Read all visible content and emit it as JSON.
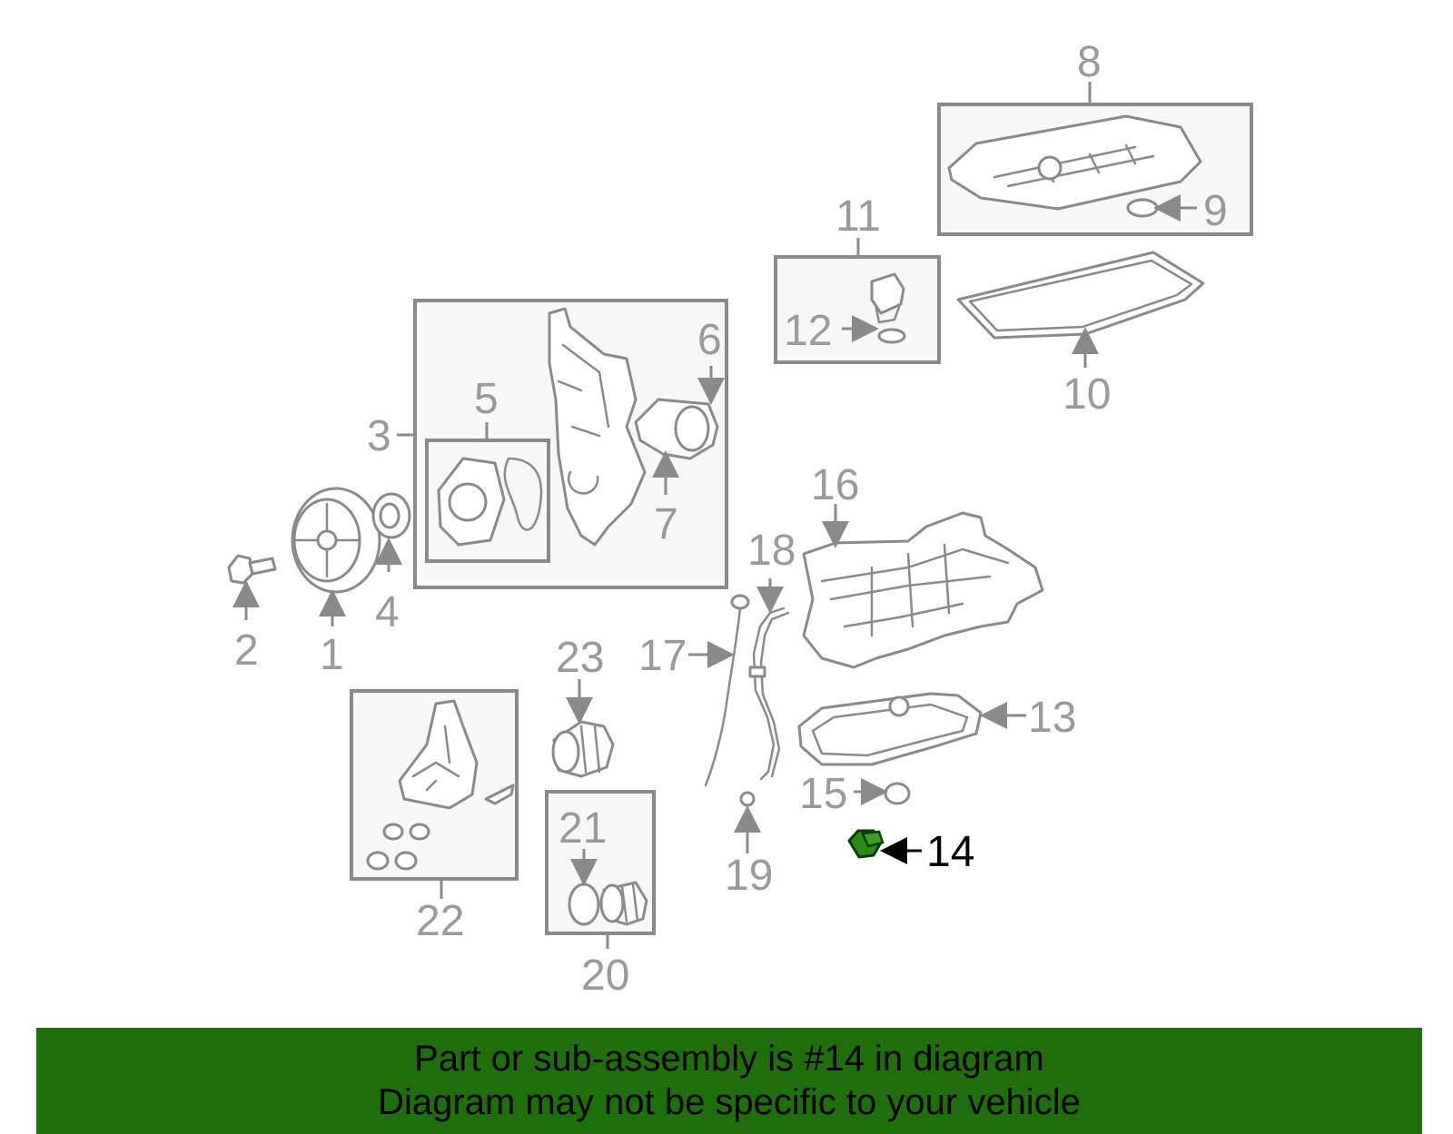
{
  "diagram": {
    "labels": {
      "p1": "1",
      "p2": "2",
      "p3": "3",
      "p4": "4",
      "p5": "5",
      "p6": "6",
      "p7": "7",
      "p8": "8",
      "p9": "9",
      "p10": "10",
      "p11": "11",
      "p12": "12",
      "p13": "13",
      "p14": "14",
      "p15": "15",
      "p16": "16",
      "p17": "17",
      "p18": "18",
      "p19": "19",
      "p20": "20",
      "p21": "21",
      "p22": "22",
      "p23": "23"
    },
    "highlighted_part": "14",
    "highlight_color": "#2a8a14",
    "line_color": "#8a8a8a"
  },
  "banner": {
    "line1": "Part or sub-assembly is #14 in diagram",
    "line2": "Diagram may not be specific to your vehicle",
    "background": "#1f6e0c"
  }
}
